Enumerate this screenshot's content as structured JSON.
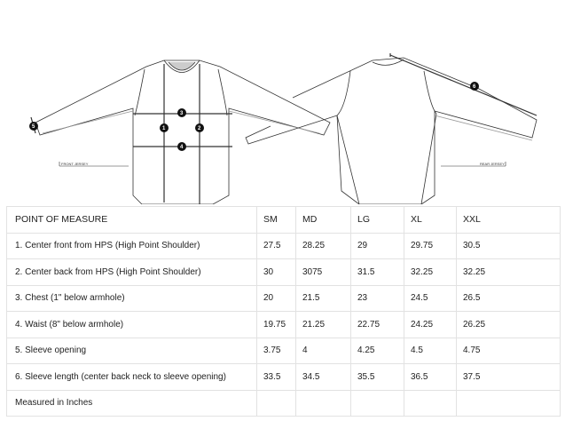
{
  "diagram": {
    "front_label": "FRONT JERSEY",
    "rear_label": "REAR JERSEY",
    "markers": [
      "1",
      "2",
      "3",
      "4",
      "5",
      "6"
    ]
  },
  "table": {
    "headers": [
      "POINT OF MEASURE",
      "SM",
      "MD",
      "LG",
      "XL",
      "XXL"
    ],
    "rows": [
      [
        "1. Center front from HPS (High Point Shoulder)",
        "27.5",
        "28.25",
        "29",
        "29.75",
        "30.5"
      ],
      [
        "2. Center back from HPS (High Point Shoulder)",
        "30",
        "3075",
        "31.5",
        "32.25",
        "32.25"
      ],
      [
        "3. Chest (1\" below armhole)",
        "20",
        "21.5",
        "23",
        "24.5",
        "26.5"
      ],
      [
        "4. Waist (8\" below armhole)",
        "19.75",
        "21.25",
        "22.75",
        "24.25",
        "26.25"
      ],
      [
        "5. Sleeve opening",
        "3.75",
        "4",
        "4.25",
        "4.5",
        "4.75"
      ],
      [
        "6. Sleeve length (center back neck to sleeve opening)",
        "33.5",
        "34.5",
        "35.5",
        "36.5",
        "37.5"
      ]
    ],
    "footer": "Measured in Inches"
  }
}
